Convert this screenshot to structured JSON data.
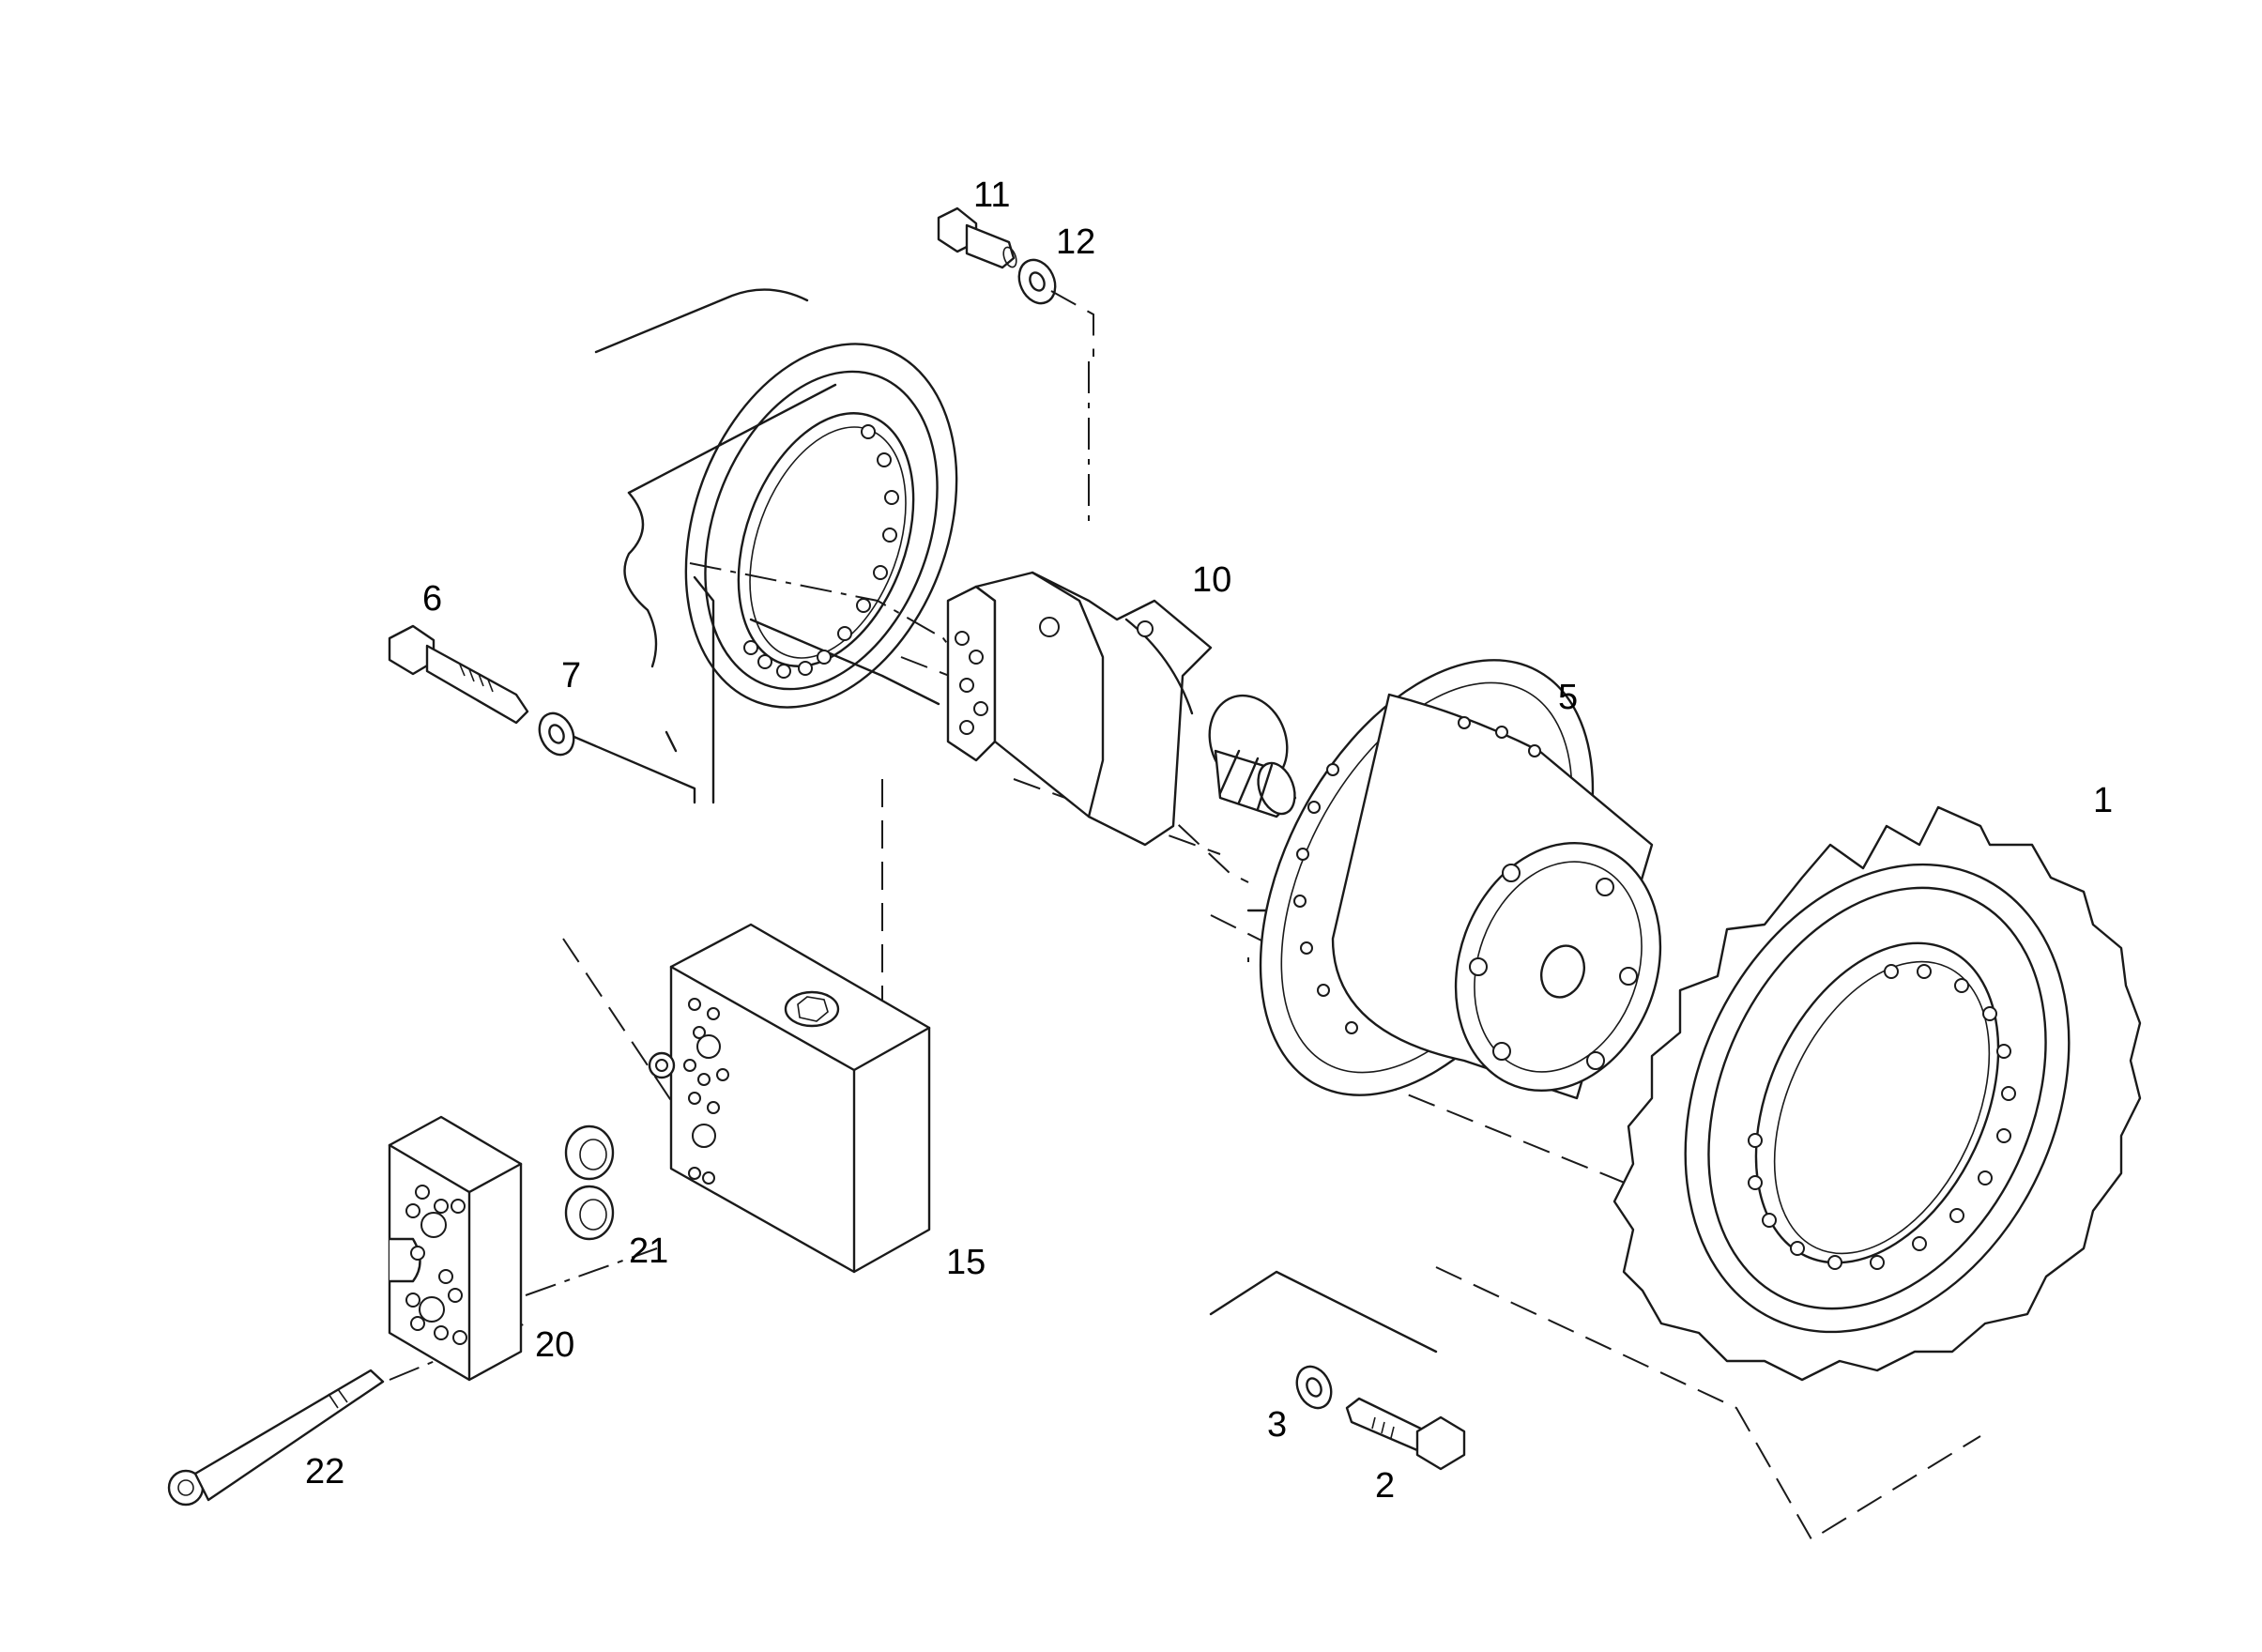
{
  "parts": [
    {
      "id": "1",
      "label": "1"
    },
    {
      "id": "2",
      "label": "2"
    },
    {
      "id": "3",
      "label": "3"
    },
    {
      "id": "5",
      "label": "5"
    },
    {
      "id": "6",
      "label": "6"
    },
    {
      "id": "7",
      "label": "7"
    },
    {
      "id": "10",
      "label": "10"
    },
    {
      "id": "11",
      "label": "11"
    },
    {
      "id": "12",
      "label": "12"
    },
    {
      "id": "15",
      "label": "15"
    },
    {
      "id": "20",
      "label": "20"
    },
    {
      "id": "21",
      "label": "21"
    },
    {
      "id": "22",
      "label": "22"
    }
  ],
  "colors": {
    "line": "#1a1a1a",
    "background": "#ffffff"
  }
}
